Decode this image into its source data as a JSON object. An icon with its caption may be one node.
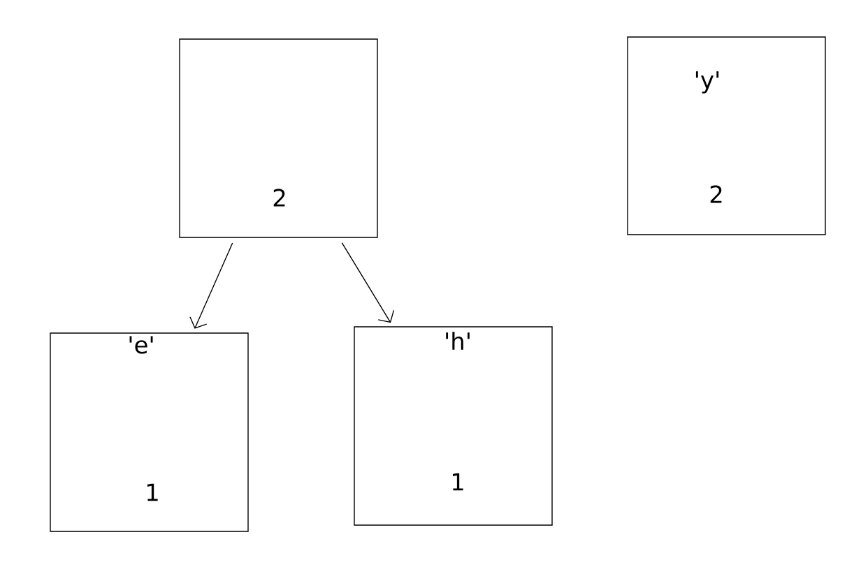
{
  "diagram": {
    "nodes": [
      {
        "text": [
          "2"
        ]
      },
      {
        "text": [
          "'y'",
          "2"
        ]
      },
      {
        "text": [
          "'e'",
          "1"
        ]
      },
      {
        "text": [
          "'h'",
          "1"
        ]
      }
    ],
    "edges": [
      {
        "from": 0,
        "to": 2,
        "arrow": "to"
      },
      {
        "from": 0,
        "to": 3,
        "arrow": "to"
      }
    ]
  }
}
